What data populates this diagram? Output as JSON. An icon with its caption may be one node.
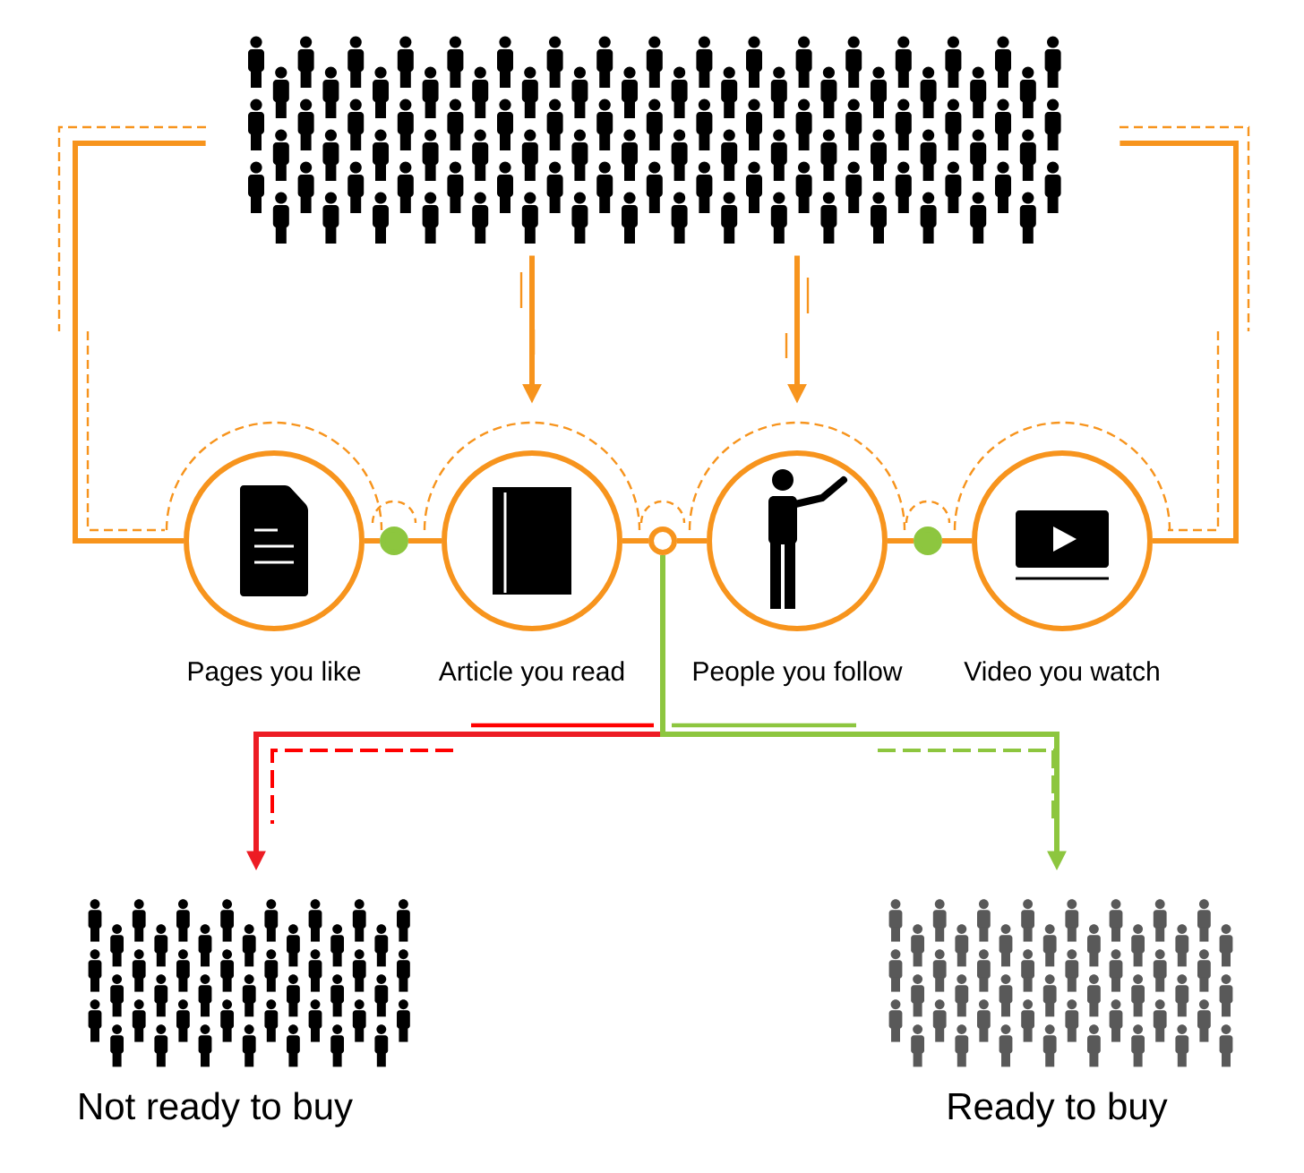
{
  "diagram": {
    "nodes": [
      {
        "text": [],
        "shape": "person"
      },
      {
        "text": [
          "Pages you like"
        ]
      },
      {
        "text": [
          "Article you read"
        ]
      },
      {
        "text": [
          "People you follow"
        ]
      },
      {
        "text": [
          "Video you watch"
        ]
      },
      {
        "text": [],
        "shape": "circle"
      },
      {
        "text": [],
        "shape": "circle"
      },
      {
        "text": [],
        "shape": "circle"
      },
      {
        "text": [
          "Not ready to buy"
        ]
      },
      {
        "text": [
          "Ready to buy"
        ]
      }
    ],
    "edges": [
      {
        "from": 0,
        "to": 1,
        "arrow": "none"
      },
      {
        "from": 0,
        "to": 2,
        "arrow": "to"
      },
      {
        "from": 0,
        "to": 3,
        "arrow": "to"
      },
      {
        "from": 0,
        "to": 4,
        "arrow": "none"
      },
      {
        "from": 1,
        "to": 5,
        "arrow": "none"
      },
      {
        "from": 5,
        "to": 2,
        "arrow": "none"
      },
      {
        "from": 2,
        "to": 6,
        "arrow": "none"
      },
      {
        "from": 6,
        "to": 3,
        "arrow": "none"
      },
      {
        "from": 3,
        "to": 7,
        "arrow": "none"
      },
      {
        "from": 7,
        "to": 4,
        "arrow": "none"
      },
      {
        "from": 6,
        "to": 8,
        "arrow": "to",
        "color": "#ed1c24"
      },
      {
        "from": 6,
        "to": 9,
        "arrow": "to",
        "color": "#8dc63f"
      }
    ]
  }
}
